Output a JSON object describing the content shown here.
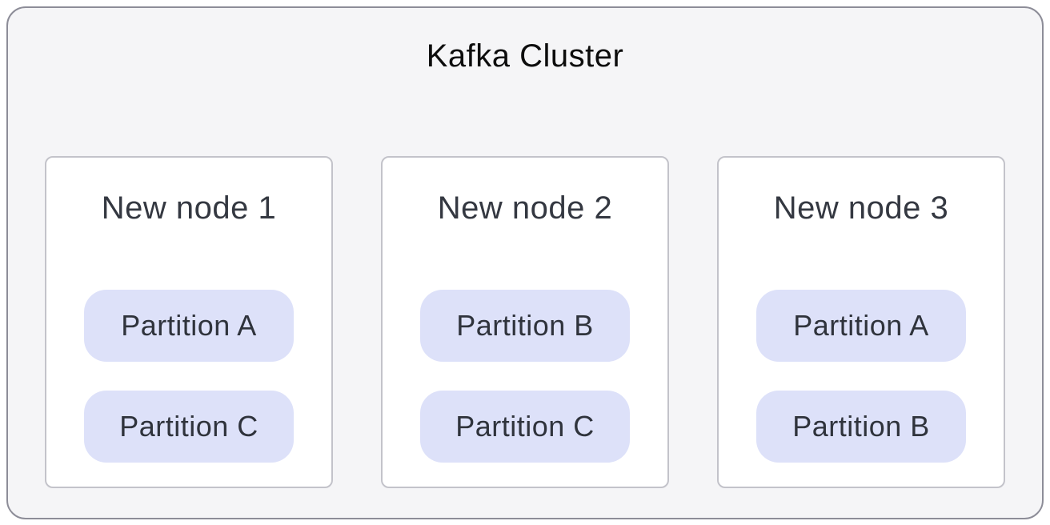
{
  "diagram": {
    "title": "Kafka Cluster",
    "nodes": [
      {
        "title": "New node 1",
        "partitions": [
          "Partition A",
          "Partition C"
        ]
      },
      {
        "title": "New node 2",
        "partitions": [
          "Partition B",
          "Partition C"
        ]
      },
      {
        "title": "New node 3",
        "partitions": [
          "Partition A",
          "Partition B"
        ]
      }
    ],
    "colors": {
      "container_bg": "#f5f5f7",
      "container_border": "#8d8d98",
      "card_bg": "#ffffff",
      "card_border": "#c3c3ca",
      "partition_bg": "#dde1f9",
      "title_color": "#0d0d0d",
      "node_title_color": "#343841",
      "partition_text_color": "#2f333c"
    }
  }
}
